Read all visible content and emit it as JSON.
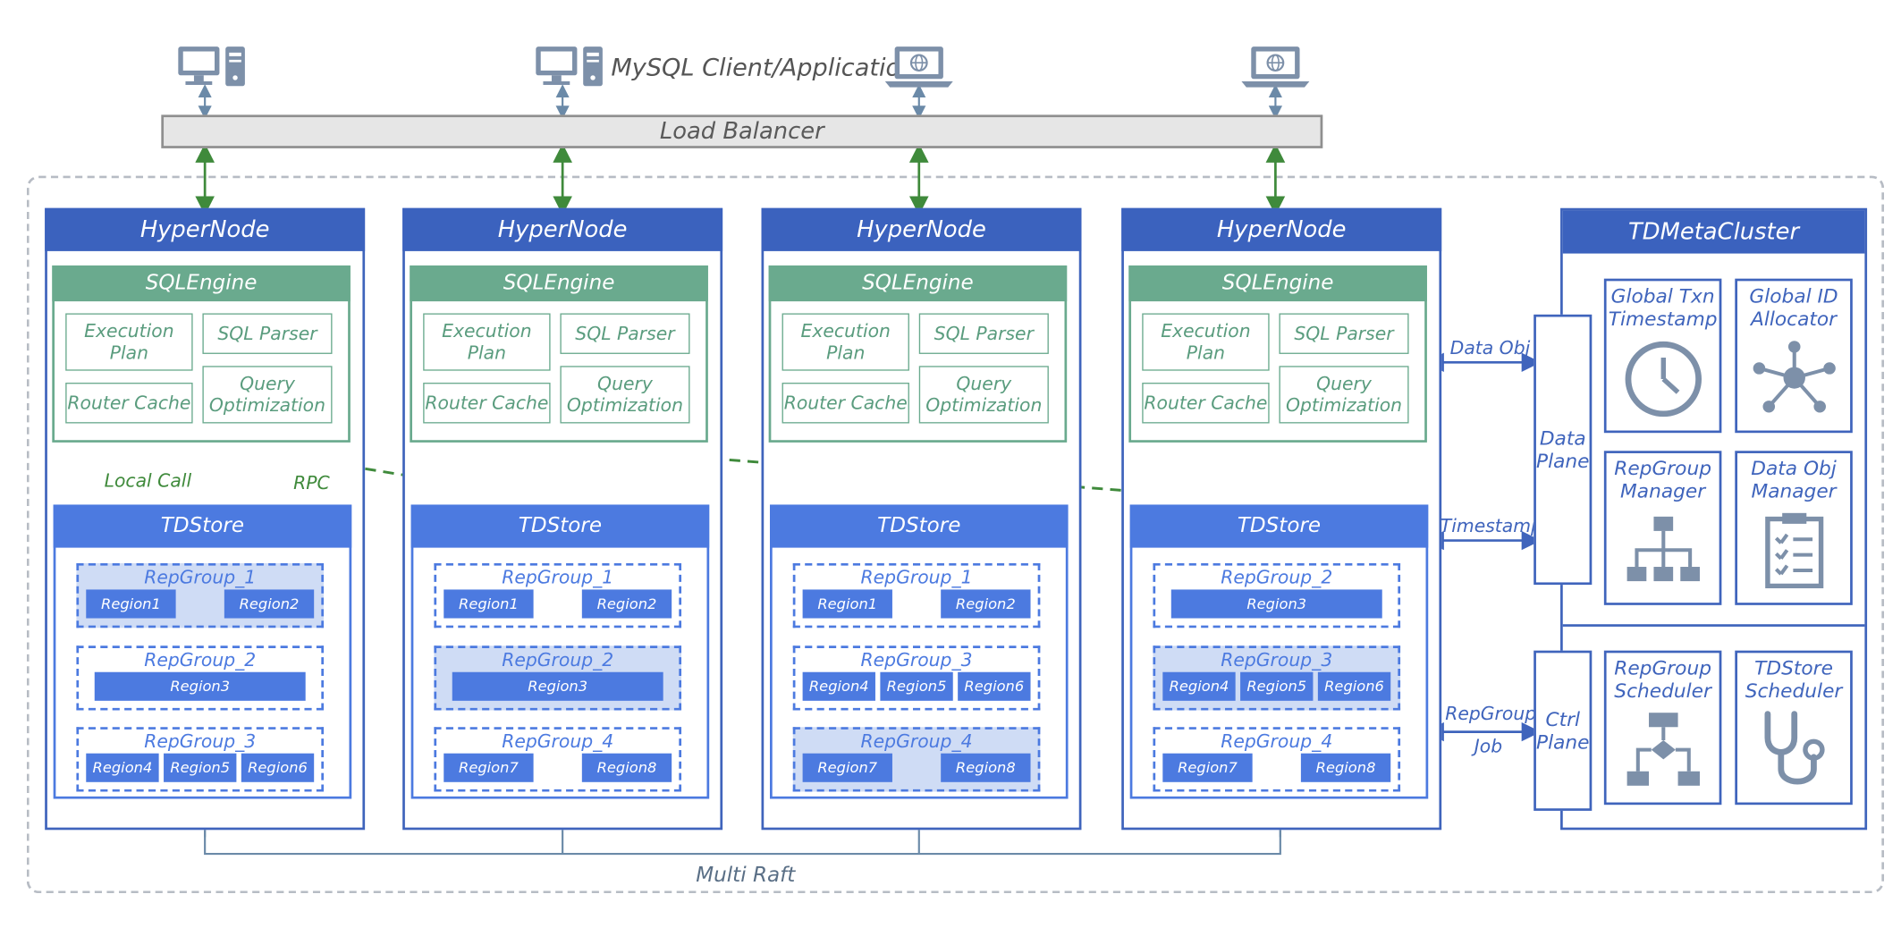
{
  "client": {
    "label": "MySQL Client/Application"
  },
  "load_balancer": {
    "label": "Load Balancer"
  },
  "nodes": [
    {
      "title": "HyperNode",
      "sql_engine": {
        "title": "SQLEngine",
        "execution_plan": "Execution Plan",
        "sql_parser": "SQL Parser",
        "router_cache": "Router Cache",
        "query_optimization": "Query Optimization"
      },
      "tdstore": "TDStore",
      "groups": [
        {
          "name": "RepGroup_1",
          "highlight": true,
          "regions": [
            "Region1",
            "Region2"
          ]
        },
        {
          "name": "RepGroup_2",
          "highlight": false,
          "regions": [
            "Region3"
          ]
        },
        {
          "name": "RepGroup_3",
          "highlight": false,
          "regions": [
            "Region4",
            "Region5",
            "Region6"
          ]
        }
      ]
    },
    {
      "title": "HyperNode",
      "sql_engine": {
        "title": "SQLEngine",
        "execution_plan": "Execution Plan",
        "sql_parser": "SQL Parser",
        "router_cache": "Router Cache",
        "query_optimization": "Query Optimization"
      },
      "tdstore": "TDStore",
      "groups": [
        {
          "name": "RepGroup_1",
          "highlight": false,
          "regions": [
            "Region1",
            "Region2"
          ]
        },
        {
          "name": "RepGroup_2",
          "highlight": true,
          "regions": [
            "Region3"
          ]
        },
        {
          "name": "RepGroup_4",
          "highlight": false,
          "regions": [
            "Region7",
            "Region8"
          ]
        }
      ]
    },
    {
      "title": "HyperNode",
      "sql_engine": {
        "title": "SQLEngine",
        "execution_plan": "Execution Plan",
        "sql_parser": "SQL Parser",
        "router_cache": "Router Cache",
        "query_optimization": "Query Optimization"
      },
      "tdstore": "TDStore",
      "groups": [
        {
          "name": "RepGroup_1",
          "highlight": false,
          "regions": [
            "Region1",
            "Region2"
          ]
        },
        {
          "name": "RepGroup_3",
          "highlight": false,
          "regions": [
            "Region4",
            "Region5",
            "Region6"
          ]
        },
        {
          "name": "RepGroup_4",
          "highlight": true,
          "regions": [
            "Region7",
            "Region8"
          ]
        }
      ]
    },
    {
      "title": "HyperNode",
      "sql_engine": {
        "title": "SQLEngine",
        "execution_plan": "Execution Plan",
        "sql_parser": "SQL Parser",
        "router_cache": "Router Cache",
        "query_optimization": "Query Optimization"
      },
      "tdstore": "TDStore",
      "groups": [
        {
          "name": "RepGroup_2",
          "highlight": false,
          "regions": [
            "Region3"
          ]
        },
        {
          "name": "RepGroup_3",
          "highlight": true,
          "regions": [
            "Region4",
            "Region5",
            "Region6"
          ]
        },
        {
          "name": "RepGroup_4",
          "highlight": false,
          "regions": [
            "Region7",
            "Region8"
          ]
        }
      ]
    }
  ],
  "labels": {
    "local_call": "Local Call",
    "rpc": "RPC",
    "multi_raft": "Multi Raft",
    "data_obj": "Data Obj",
    "timestamp": "Timestamp",
    "repgroup_job_1": "RepGroup",
    "repgroup_job_2": "Job"
  },
  "meta": {
    "title": "TDMetaCluster",
    "data_plane": "Data Plane",
    "ctrl_plane": "Ctrl Plane",
    "global_txn": "Global Txn Timestamp",
    "global_id": "Global ID Allocator",
    "repgroup_manager": "RepGroup Manager",
    "data_obj_manager": "Data Obj Manager",
    "repgroup_scheduler": "RepGroup Scheduler",
    "tdstore_scheduler": "TDStore Scheduler"
  },
  "icons": {
    "desktop_1": "desktop-computer-icon",
    "desktop_2": "desktop-computer-icon",
    "laptop_1": "laptop-globe-icon",
    "laptop_2": "laptop-globe-icon",
    "clock": "clock-icon",
    "network": "network-hub-icon",
    "hierarchy": "org-hierarchy-icon",
    "checklist": "checklist-icon",
    "flowchart": "flowchart-icon",
    "stethoscope": "stethoscope-icon"
  },
  "colors": {
    "hypernode_blue": "#3b62be",
    "tdstore_blue": "#4c7ae0",
    "sqlengine_green": "#6aaa8e",
    "arrow_green": "#3f8a3b",
    "highlight_fill": "#cfdcf5"
  }
}
